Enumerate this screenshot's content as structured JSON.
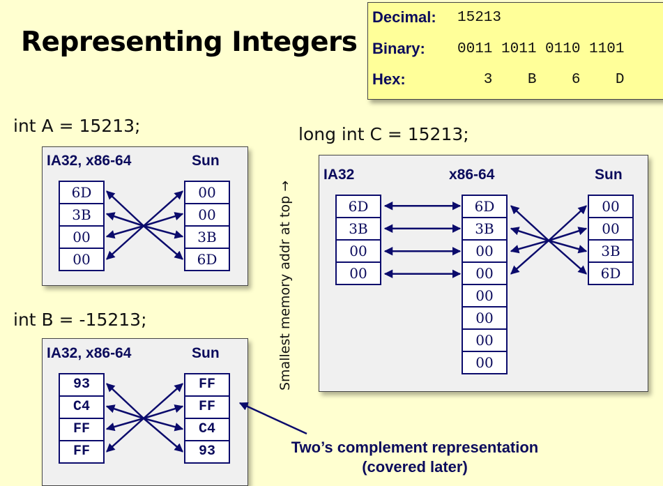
{
  "slide": {
    "title": "Representing Integers"
  },
  "info_box": {
    "rows": [
      {
        "label": "Decimal:",
        "value": "15213"
      },
      {
        "label": "Binary:",
        "value": "0011 1011 0110 1101"
      },
      {
        "label": "Hex:",
        "value": "   3    B    6    D"
      }
    ]
  },
  "int_a": {
    "declaration": "int A = 15213;",
    "left_header": "IA32, x86-64",
    "right_header": "Sun",
    "left_bytes": [
      "6D",
      "3B",
      "00",
      "00"
    ],
    "right_bytes": [
      "00",
      "00",
      "3B",
      "6D"
    ]
  },
  "int_b": {
    "declaration": "int B = -15213;",
    "left_header": "IA32, x86-64",
    "right_header": "Sun",
    "left_bytes": [
      "93",
      "C4",
      "FF",
      "FF"
    ],
    "right_bytes": [
      "FF",
      "FF",
      "C4",
      "93"
    ]
  },
  "long_c": {
    "declaration": "long int C = 15213;",
    "ia32_header": "IA32",
    "x86_64_header": "x86-64",
    "sun_header": "Sun",
    "ia32_bytes": [
      "6D",
      "3B",
      "00",
      "00"
    ],
    "x86_64_bytes": [
      "6D",
      "3B",
      "00",
      "00",
      "00",
      "00",
      "00",
      "00"
    ],
    "sun_bytes": [
      "00",
      "00",
      "3B",
      "6D"
    ]
  },
  "axis_note": "Smallest memory addr at top →",
  "annotation": {
    "line1": "Two’s complement representation",
    "line2": "(covered later)"
  },
  "colors": {
    "background": "#ffffd0",
    "info_box": "#ffff99",
    "panel": "#f0f0f0",
    "accent": "#0b0b5c"
  }
}
